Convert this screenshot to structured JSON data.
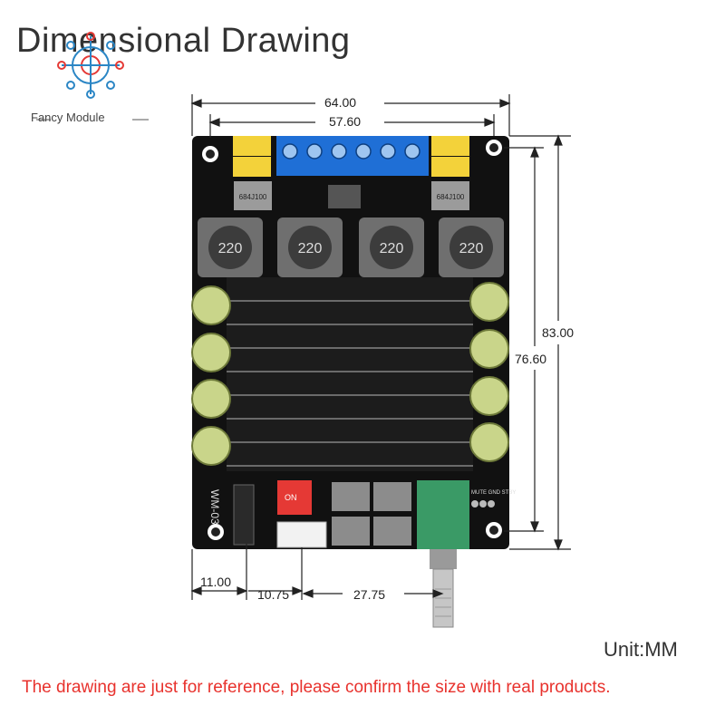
{
  "header": {
    "title": "Dimensional Drawing",
    "brand": "Fancy Module"
  },
  "dimensions": {
    "overall_width": "64.00",
    "hole_spacing_x": "57.60",
    "overall_height": "83.00",
    "hole_spacing_y": "76.60",
    "jack_offset": "11.00",
    "connector_offset": "10.75",
    "pot_offset": "27.75"
  },
  "board": {
    "inductor_label": "220",
    "cap_label": "684J100",
    "model_label": "WM-03",
    "pin_labels": "MUTE GND STBY",
    "dip_label": "ON"
  },
  "footer": {
    "unit": "Unit:MM",
    "note": "The drawing are just for reference, please confirm the size with real products."
  },
  "colors": {
    "pcb": "#111111",
    "terminal": "#1f6fd6",
    "capacitor_yellow": "#f3d23a",
    "dip_switch": "#e53935",
    "potentiometer": "#3a9a66",
    "note": "#e8322d",
    "logo_blue": "#2b86c5",
    "logo_red": "#e53935"
  }
}
